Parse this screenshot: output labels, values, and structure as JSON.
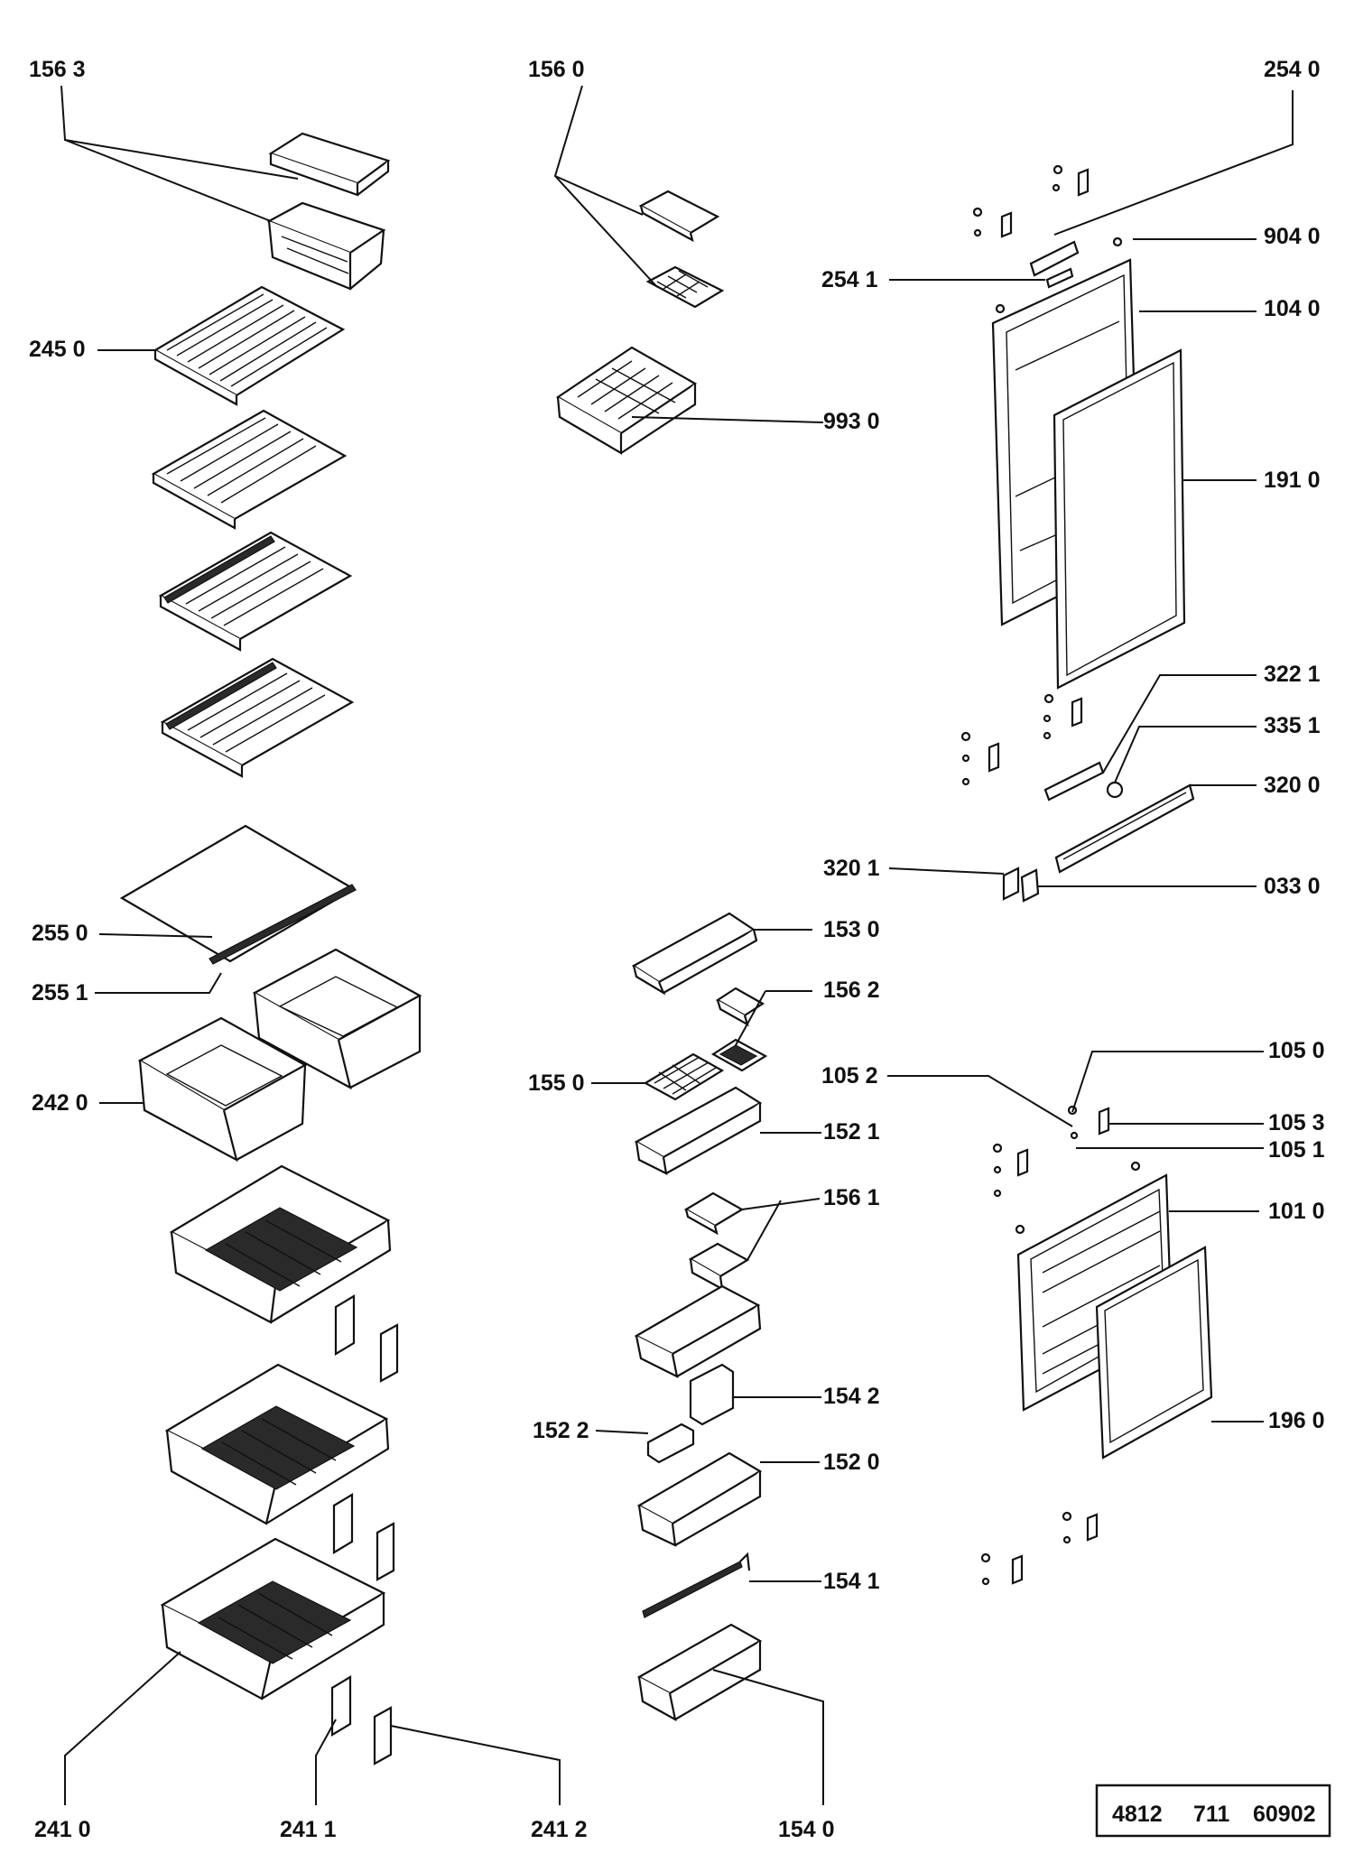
{
  "labels": [
    "156 3",
    "156 0",
    "254 0",
    "904 0",
    "254 1",
    "104 0",
    "245 0",
    "993 0",
    "191 0",
    "322 1",
    "335 1",
    "320 0",
    "320 1",
    "033 0",
    "153 0",
    "255 0",
    "156 2",
    "255 1",
    "155 0",
    "105 2",
    "105 0",
    "105 3",
    "105 1",
    "242 0",
    "152 1",
    "156 1",
    "101 0",
    "154 2",
    "152 2",
    "152 0",
    "196 0",
    "154 1",
    "241 0",
    "241 1",
    "241 2",
    "154 0"
  ],
  "part_number": [
    "4812",
    "711",
    "60902"
  ]
}
